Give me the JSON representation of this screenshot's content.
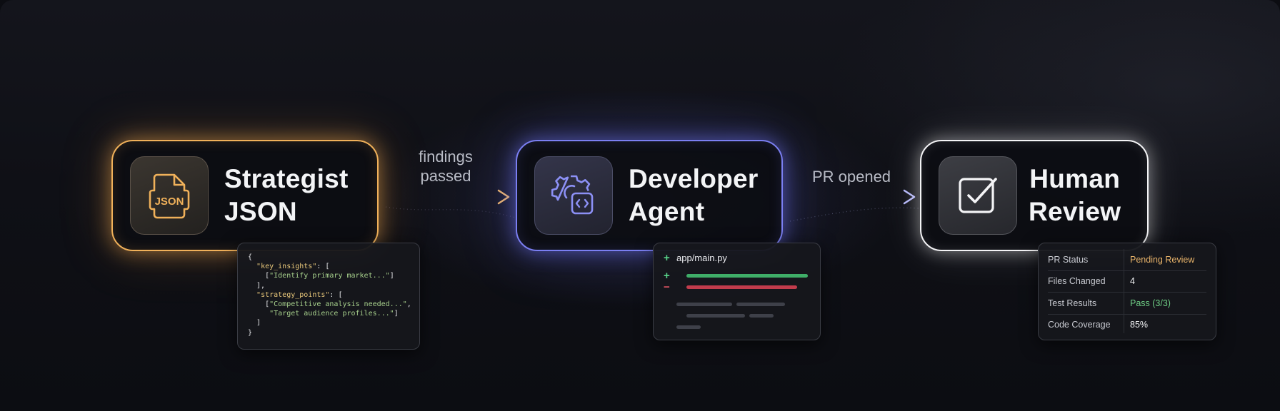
{
  "nodes": [
    {
      "title_line1": "Strategist",
      "title_line2": "JSON",
      "icon": "json-file-icon",
      "accent": "#f0b15a"
    },
    {
      "title_line1": "Developer",
      "title_line2": "Agent",
      "icon": "gear-code-icon",
      "accent": "#7b7ff2"
    },
    {
      "title_line1": "Human",
      "title_line2": "Review",
      "icon": "checkbox-check-icon",
      "accent": "#f4f4f6"
    }
  ],
  "json_icon_text": "JSON",
  "edges": [
    {
      "label_line1": "findings",
      "label_line2": "passed"
    },
    {
      "label": "PR opened"
    }
  ],
  "json_snippet": {
    "lines": [
      "{",
      "  \"key_insights\": [",
      "    [\"Identify primary market...\"]",
      "  ],",
      "  \"strategy_points\": [",
      "    [\"Competitive analysis needed...\",",
      "     \"Target audience profiles...\"]",
      "  ]",
      "}"
    ]
  },
  "diff": {
    "file": "app/main.py",
    "added_symbol": "+",
    "removed_symbol": "−",
    "colors": {
      "added": "#3fae68",
      "removed": "#c23c4c",
      "context": "#3e4049"
    }
  },
  "status": {
    "rows": [
      {
        "label": "PR Status",
        "value": "Pending Review",
        "color": "#e9b46a"
      },
      {
        "label": "Files Changed",
        "value": "4",
        "color": "#f2f3f5"
      },
      {
        "label": "Test Results",
        "value": "Pass (3/3)",
        "color": "#6fcf86"
      },
      {
        "label": "Code Coverage",
        "value": "85%",
        "color": "#f2f3f5"
      }
    ]
  }
}
